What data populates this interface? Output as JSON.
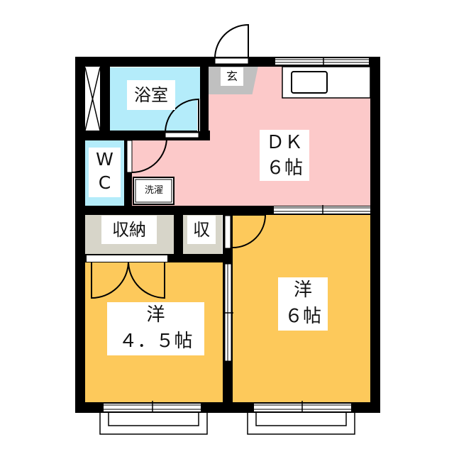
{
  "colors": {
    "wall": "#000000",
    "dk": "#fcc9c9",
    "bath": "#b4ecfa",
    "wc": "#b4ecfa",
    "western": "#fdc95b",
    "storage": "#d7d5c9",
    "entrance": "#c0c0c0",
    "background": "#ffffff"
  },
  "rooms": {
    "bath": {
      "label": "浴室"
    },
    "wc": {
      "label_line1": "W",
      "label_line2": "C"
    },
    "entrance": {
      "label": "玄"
    },
    "dk": {
      "label_line1": "ＤＫ",
      "label_line2": "６帖"
    },
    "laundry": {
      "label": "洗濯"
    },
    "storage_left": {
      "label": "収納"
    },
    "storage_right": {
      "label": "収"
    },
    "western_small": {
      "label_line1": "洋",
      "label_line2": "４．５帖"
    },
    "western_large": {
      "label_line1": "洋",
      "label_line2": "６帖"
    }
  }
}
